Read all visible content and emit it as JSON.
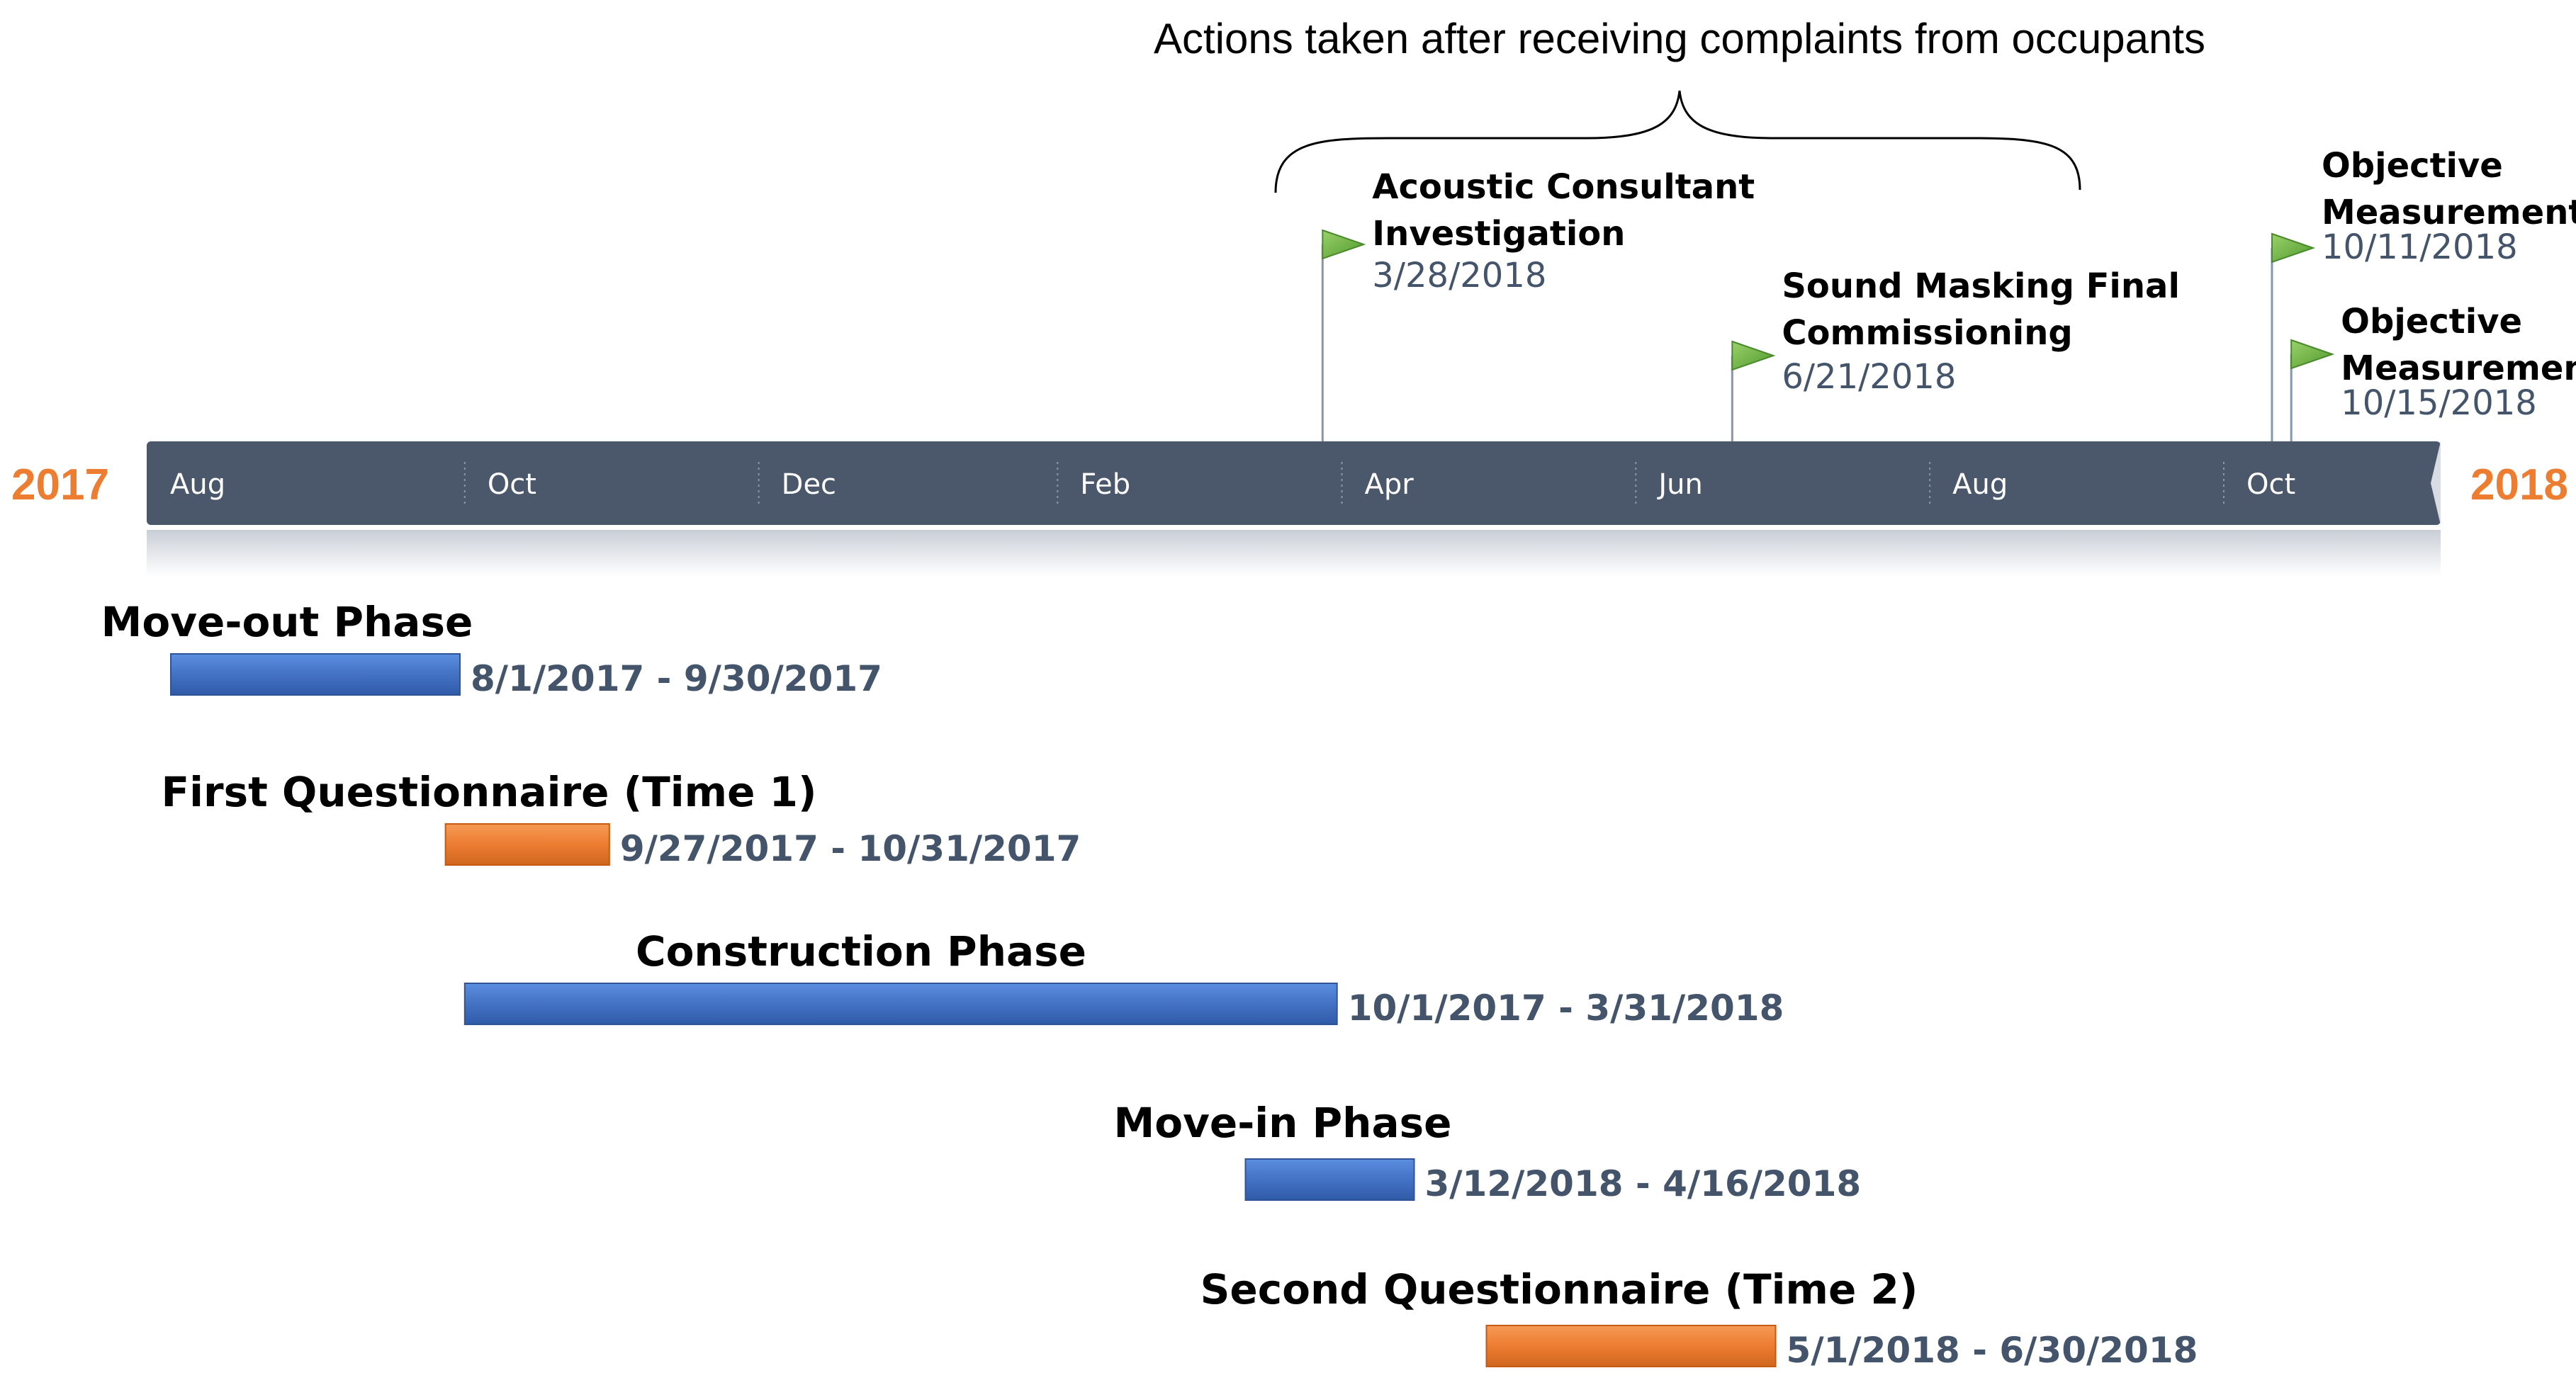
{
  "header": {
    "annotation": "Actions taken after receiving complaints from occupants"
  },
  "axis": {
    "start_year": "2017",
    "end_year": "2018",
    "months": [
      "Aug",
      "Oct",
      "Dec",
      "Feb",
      "Apr",
      "Jun",
      "Aug",
      "Oct"
    ],
    "start_date": "2017-07-27",
    "end_date": "2018-11-15"
  },
  "colors": {
    "axis_bar": "#4b586b",
    "year_label": "#ed7d31",
    "phase_bar": "#4472c4",
    "questionnaire_bar": "#ed7d31",
    "date_text": "#44546a",
    "milestone_flag": "#70ad47"
  },
  "milestones": [
    {
      "title_lines": [
        "Acoustic Consultant",
        "Investigation"
      ],
      "date": "2018-03-28",
      "date_label": "3/28/2018",
      "icon": "flag-icon"
    },
    {
      "title_lines": [
        "Sound Masking Final",
        "Commissioning"
      ],
      "date": "2018-06-21",
      "date_label": "6/21/2018",
      "icon": "flag-icon"
    },
    {
      "title_lines": [
        "Objective",
        "Measurement"
      ],
      "date": "2018-10-11",
      "date_label": "10/11/2018",
      "icon": "flag-icon"
    },
    {
      "title_lines": [
        "Objective",
        "Measurement"
      ],
      "date": "2018-10-15",
      "date_label": "10/15/2018",
      "icon": "flag-icon"
    }
  ],
  "tasks": [
    {
      "name": "Move-out Phase",
      "start": "2017-08-01",
      "end": "2017-09-30",
      "date_label": "8/1/2017 - 9/30/2017",
      "kind": "phase"
    },
    {
      "name": "First Questionnaire (Time 1)",
      "start": "2017-09-27",
      "end": "2017-10-31",
      "date_label": "9/27/2017 - 10/31/2017",
      "kind": "questionnaire"
    },
    {
      "name": "Construction Phase",
      "start": "2017-10-01",
      "end": "2018-03-31",
      "date_label": "10/1/2017 - 3/31/2018",
      "kind": "phase"
    },
    {
      "name": "Move-in Phase",
      "start": "2018-03-12",
      "end": "2018-04-16",
      "date_label": "3/12/2018 - 4/16/2018",
      "kind": "phase"
    },
    {
      "name": "Second Questionnaire (Time 2)",
      "start": "2018-05-01",
      "end": "2018-06-30",
      "date_label": "5/1/2018 - 6/30/2018",
      "kind": "questionnaire"
    }
  ]
}
